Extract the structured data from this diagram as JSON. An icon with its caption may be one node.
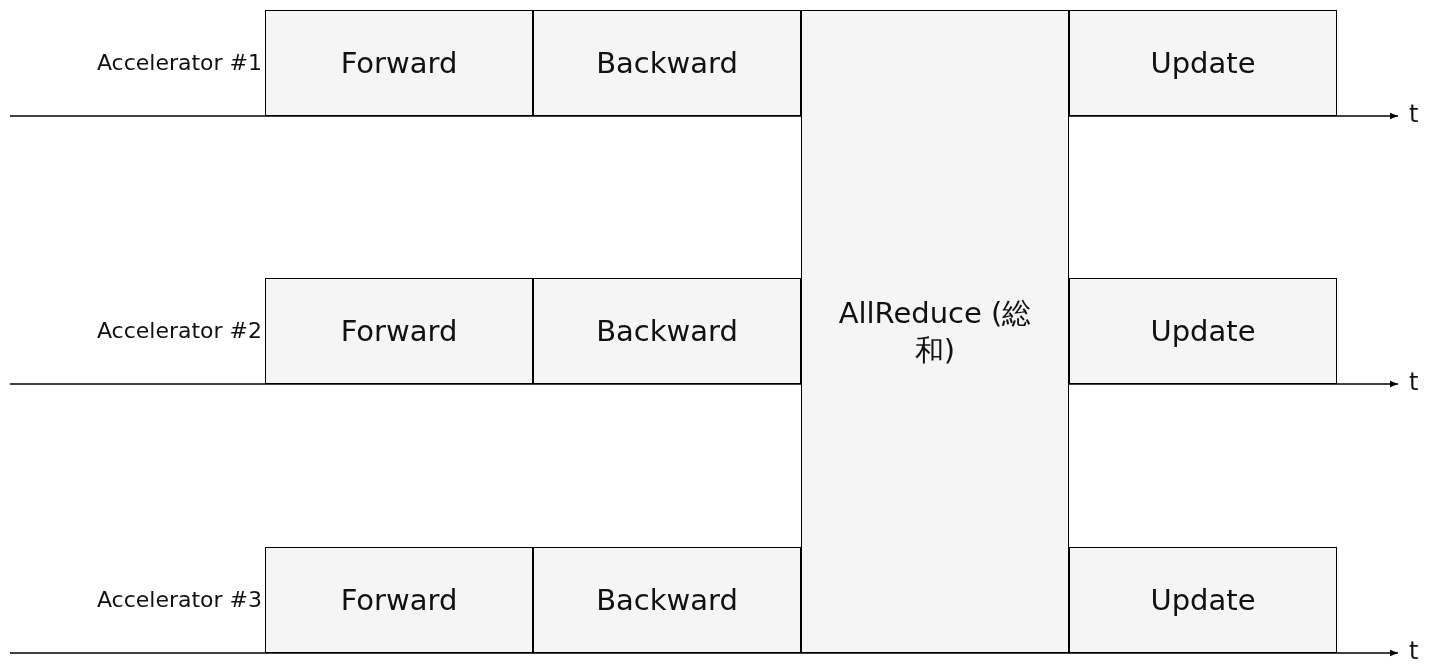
{
  "diagram": {
    "nodes": [
      {
        "text": [
          "Forward"
        ]
      },
      {
        "text": [
          "Backward"
        ]
      },
      {
        "text": [
          "AllReduce (総和)"
        ]
      },
      {
        "text": [
          "Update"
        ]
      },
      {
        "text": [
          "Forward"
        ]
      },
      {
        "text": [
          "Backward"
        ]
      },
      {
        "text": [
          "Update"
        ]
      },
      {
        "text": [
          "Forward"
        ]
      },
      {
        "text": [
          "Backward"
        ]
      },
      {
        "text": [
          "Update"
        ]
      }
    ],
    "labels": [
      "Accelerator #1",
      "t",
      "Accelerator #2",
      "t",
      "Accelerator #3",
      "t"
    ]
  }
}
